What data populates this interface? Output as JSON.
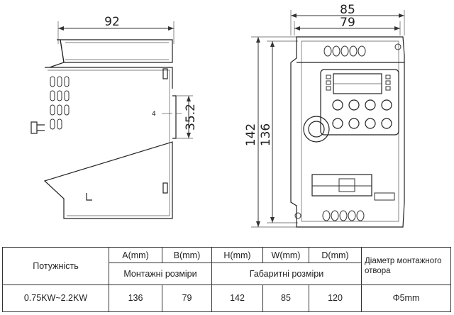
{
  "dimensions": {
    "side_depth": "92",
    "front_width_outer": "85",
    "front_width_mount": "79",
    "front_height_outer": "142",
    "front_height_mount": "136",
    "slot_height": "35.2",
    "slot_width": "4"
  },
  "table": {
    "power_header": "Потужність",
    "col_a": "A(mm)",
    "col_b": "B(mm)",
    "col_h": "H(mm)",
    "col_w": "W(mm)",
    "col_d": "D(mm)",
    "hole_header": "Діаметр монтажного отвора",
    "mount_group": "Монтажні розміри",
    "overall_group": "Габаритні розміри",
    "row": {
      "power": "0.75KW~2.2KW",
      "a": "136",
      "b": "79",
      "h": "142",
      "w": "85",
      "d": "120",
      "hole": "Φ5mm"
    }
  }
}
